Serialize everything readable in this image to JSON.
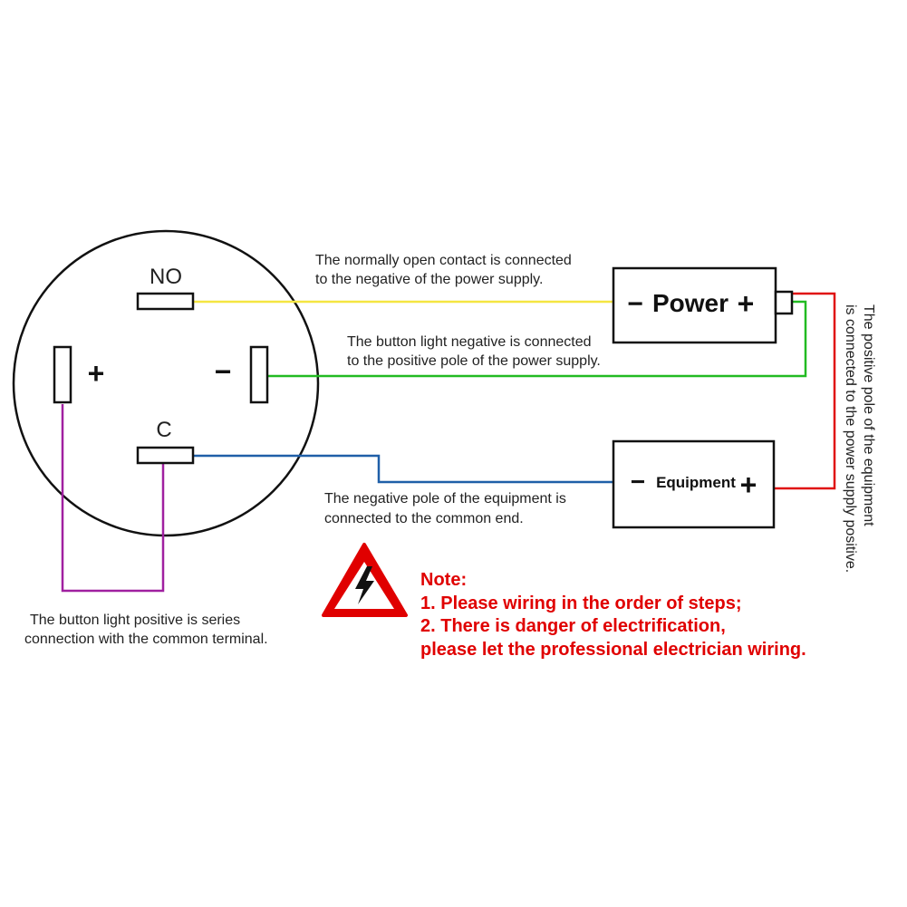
{
  "switch": {
    "no_label": "NO",
    "c_label": "C",
    "plus_symbol": "+",
    "minus_symbol": "−"
  },
  "power_box": {
    "minus": "−",
    "label": "Power",
    "plus": "+"
  },
  "equipment_box": {
    "minus": "−",
    "label": "Equipment",
    "plus": "+"
  },
  "annotations": {
    "no_contact": [
      "The normally open contact is connected",
      "to the negative of the power supply."
    ],
    "light_negative": [
      "The button light negative is connected",
      "to the positive pole of the power supply."
    ],
    "equipment_negative": [
      "The negative pole of the equipment is",
      "connected to the common end."
    ],
    "light_positive": [
      "The button light positive is series",
      "connection with the common terminal."
    ],
    "equipment_positive": [
      "The positive pole of the equipment",
      "is connected to the power supply positive."
    ]
  },
  "note": {
    "title": "Note:",
    "lines": [
      "1. Please wiring in the order of steps;",
      "2. There is danger of electrification,",
      "please let the professional electrician wiring."
    ]
  },
  "colors": {
    "yellow_wire": "#f5e642",
    "green_wire": "#22bb22",
    "blue_wire": "#1f5fa8",
    "red_wire": "#e01010",
    "purple_wire": "#a020a0",
    "warning": "#e00000"
  },
  "icons": {
    "warning": "high-voltage-warning-icon"
  }
}
